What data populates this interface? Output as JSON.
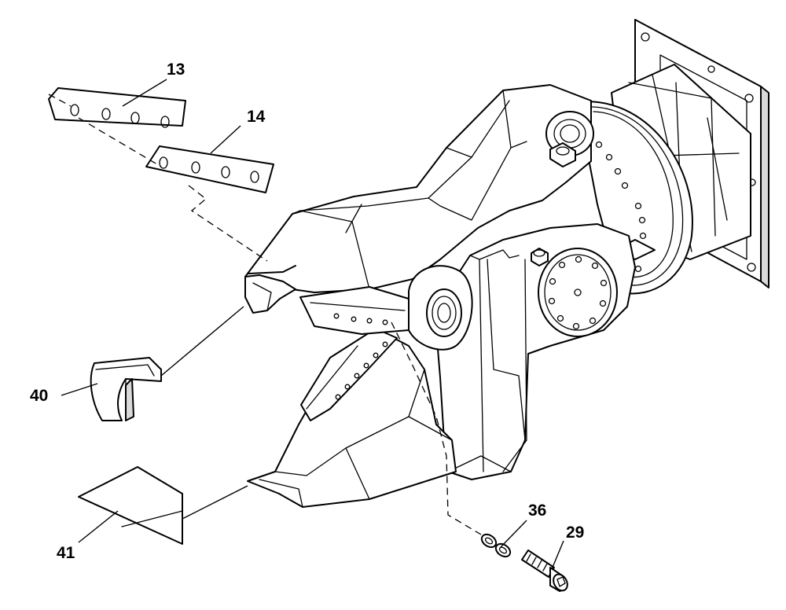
{
  "callouts": [
    {
      "id": "c13",
      "text": "13"
    },
    {
      "id": "c14",
      "text": "14"
    },
    {
      "id": "c40",
      "text": "40"
    },
    {
      "id": "c41",
      "text": "41"
    },
    {
      "id": "c36",
      "text": "36"
    },
    {
      "id": "c29",
      "text": "29"
    }
  ]
}
